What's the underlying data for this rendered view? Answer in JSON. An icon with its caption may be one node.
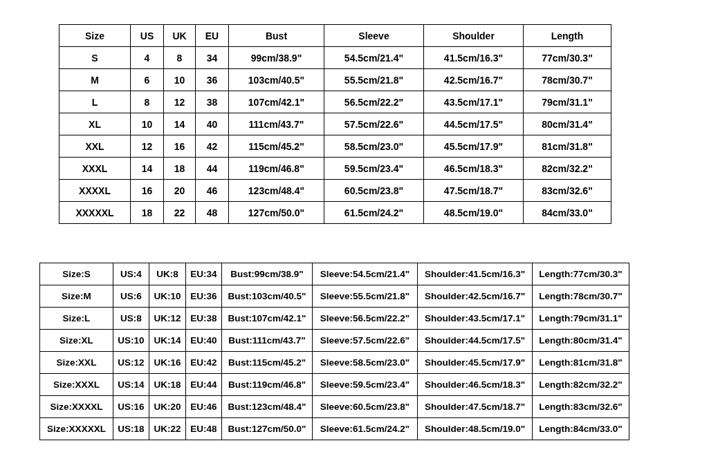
{
  "diagram": {
    "labels": [
      "Size",
      "US",
      "UK",
      "EU",
      "Bust",
      "Sleeve",
      "Shoulder",
      "Length",
      "S",
      "4",
      "8",
      "34",
      "99cm/38.9\"",
      "54.5cm/21.4\"",
      "41.5cm/16.3\"",
      "77cm/30.3\"",
      "M",
      "6",
      "10",
      "36",
      "103cm/40.5\"",
      "55.5cm/21.8\"",
      "42.5cm/16.7\"",
      "78cm/30.7\"",
      "L",
      "8",
      "12",
      "38",
      "107cm/42.1\"",
      "56.5cm/22.2\"",
      "43.5cm/17.1\"",
      "79cm/31.1\"",
      "XL",
      "10",
      "14",
      "40",
      "111cm/43.7\"",
      "57.5cm/22.6\"",
      "44.5cm/17.5\"",
      "80cm/31.4\"",
      "XXL",
      "12",
      "16",
      "42",
      "115cm/45.2\"",
      "58.5cm/23.0\"",
      "45.5cm/17.9\"",
      "81cm/31.8\"",
      "XXXL",
      "14",
      "18",
      "44",
      "119cm/46.8\"",
      "59.5cm/23.4\"",
      "46.5cm/18.3\"",
      "82cm/32.2\"",
      "XXXXL",
      "16",
      "20",
      "46",
      "123cm/48.4\"",
      "60.5cm/23.8\"",
      "47.5cm/18.7\"",
      "83cm/32.6\"",
      "XXXXXL",
      "18",
      "22",
      "48",
      "127cm/50.0\"",
      "61.5cm/24.2\"",
      "48.5cm/19.0\"",
      "84cm/33.0\"",
      "Size:S",
      "US:4",
      "UK:8",
      "EU:34",
      "Bust:99cm/38.9\"",
      "Sleeve:54.5cm/21.4\"",
      "Shoulder:41.5cm/16.3\"",
      "Length:77cm/30.3\"",
      "Size:M",
      "US:6",
      "UK:10",
      "EU:36",
      "Bust:103cm/40.5\"",
      "Sleeve:55.5cm/21.8\"",
      "Shoulder:42.5cm/16.7\"",
      "Length:78cm/30.7\"",
      "Size:L",
      "US:8",
      "UK:12",
      "EU:38",
      "Bust:107cm/42.1\"",
      "Sleeve:56.5cm/22.2\"",
      "Shoulder:43.5cm/17.1\"",
      "Length:79cm/31.1\"",
      "Size:XL",
      "US:10",
      "UK:14",
      "EU:40",
      "Bust:111cm/43.7\"",
      "Sleeve:57.5cm/22.6\"",
      "Shoulder:44.5cm/17.5\"",
      "Length:80cm/31.4\"",
      "Size:XXL",
      "US:12",
      "UK:16",
      "EU:42",
      "Bust:115cm/45.2\"",
      "Sleeve:58.5cm/23.0\"",
      "Shoulder:45.5cm/17.9\"",
      "Length:81cm/31.8\"",
      "Size:XXXL",
      "US:14",
      "UK:18",
      "EU:44",
      "Bust:119cm/46.8\"",
      "Sleeve:59.5cm/23.4\"",
      "Shoulder:46.5cm/18.3\"",
      "Length:82cm/32.2\"",
      "Size:XXXXL",
      "US:16",
      "UK:20",
      "EU:46",
      "Bust:123cm/48.4\"",
      "Sleeve:60.5cm/23.8\"",
      "Shoulder:47.5cm/18.7\"",
      "Length:83cm/32.6\"",
      "Size:XXXXXL",
      "US:18",
      "UK:22",
      "EU:48",
      "Bust:127cm/50.0\"",
      "Sleeve:61.5cm/24.2\"",
      "Shoulder:48.5cm/19.0\"",
      "Length:84cm/33.0\""
    ]
  }
}
